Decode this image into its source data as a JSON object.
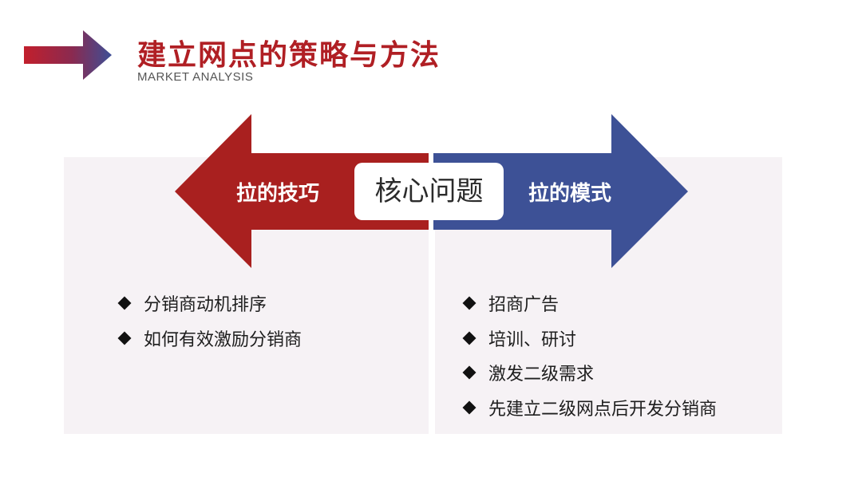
{
  "header": {
    "title": "建立网点的策略与方法",
    "subtitle": "MARKET ANALYSIS",
    "accent_color": "#b01f24",
    "secondary_color": "#3d5196"
  },
  "center": {
    "core_label": "核心问题"
  },
  "left": {
    "arrow_label": "拉的技巧",
    "arrow_color": "#a9201f",
    "items": [
      "分销商动机排序",
      "如何有效激励分销商"
    ]
  },
  "right": {
    "arrow_label": "拉的模式",
    "arrow_color": "#3d5196",
    "items": [
      "招商广告",
      "培训、研讨",
      "激发二级需求",
      "先建立二级网点后开发分销商"
    ]
  },
  "icons": {
    "header_arrow": "right-arrow-icon",
    "bullet": "diamond-bullet-icon"
  }
}
